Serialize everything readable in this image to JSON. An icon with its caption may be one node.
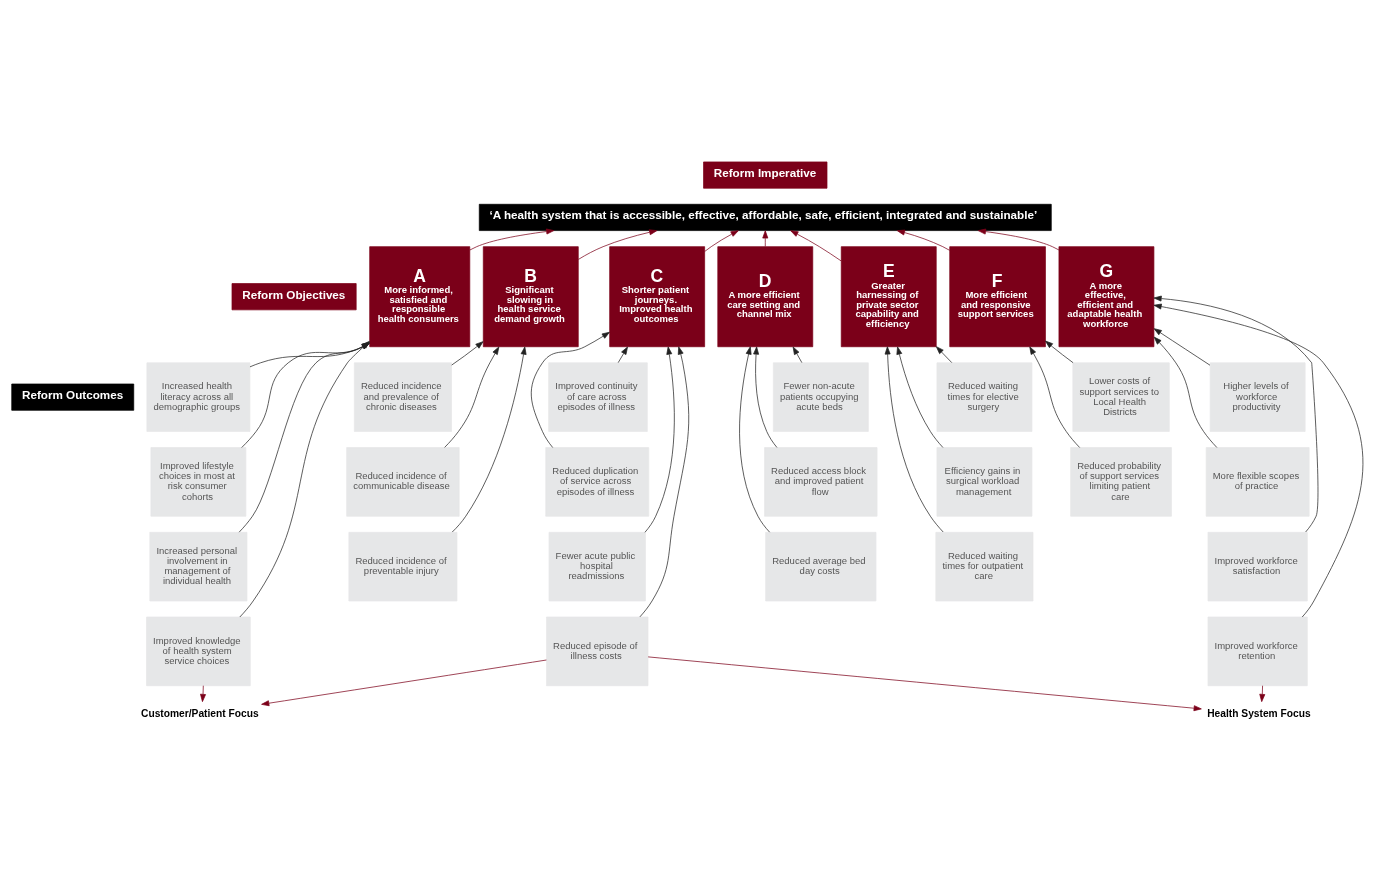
{
  "diagram": {
    "nodes": [
      {
        "text": [
          "Reform Imperative"
        ]
      },
      {
        "text": [
          "‘A health system that is accessible, effective, affordable, safe, efficient, integrated and sustainable’"
        ]
      },
      {
        "text": [
          "Reform Objectives"
        ]
      },
      {
        "text": [
          "Reform Outcomes"
        ]
      },
      {
        "text": [
          "A",
          "More informed, satisfied and responsible health consumers"
        ]
      },
      {
        "text": [
          "Increased health literacy across all demographic groups"
        ]
      },
      {
        "text": [
          "Improved lifestyle choices in most at risk consumer cohorts"
        ]
      },
      {
        "text": [
          "Increased personal involvement in management of individual health"
        ]
      },
      {
        "text": [
          "Improved knowledge of health system service choices"
        ]
      },
      {
        "text": [
          "B",
          "Significant slowing in health service demand growth"
        ]
      },
      {
        "text": [
          "Reduced incidence and prevalence of chronic diseases"
        ]
      },
      {
        "text": [
          "Reduced incidence of communicable disease"
        ]
      },
      {
        "text": [
          "Reduced incidence of preventable injury"
        ]
      },
      {
        "text": [
          "C",
          "Shorter patient journeys. Improved health outcomes"
        ]
      },
      {
        "text": [
          "Improved continuity of care across episodes of illness"
        ]
      },
      {
        "text": [
          "Reduced duplication of service across episodes of illness"
        ]
      },
      {
        "text": [
          "Fewer acute public hospital readmissions"
        ]
      },
      {
        "text": [
          "Reduced episode of illness costs"
        ]
      },
      {
        "text": [
          "D",
          "A more efficient care setting and channel mix"
        ]
      },
      {
        "text": [
          "Fewer non-acute patients occupying acute beds"
        ]
      },
      {
        "text": [
          "Reduced access block and improved patient flow"
        ]
      },
      {
        "text": [
          "Reduced average bed day costs"
        ]
      },
      {
        "text": [
          "E",
          "Greater harnessing of private sector capability and efficiency"
        ]
      },
      {
        "text": [
          "Reduced waiting times for elective surgery"
        ]
      },
      {
        "text": [
          "Efficiency gains in surgical workload management"
        ]
      },
      {
        "text": [
          "Reduced waiting times for outpatient care"
        ]
      },
      {
        "text": [
          "F",
          "More efficient and responsive support services"
        ]
      },
      {
        "text": [
          "Lower costs of support services to Local Health Districts"
        ]
      },
      {
        "text": [
          "Reduced probability of support services limiting patient care"
        ]
      },
      {
        "text": [
          "G",
          "A more effective, efficient and adaptable health workforce"
        ]
      },
      {
        "text": [
          "Higher levels of workforce productivity"
        ]
      },
      {
        "text": [
          "More flexible scopes of practice"
        ]
      },
      {
        "text": [
          "Improved workforce satisfaction"
        ]
      },
      {
        "text": [
          "Improved workforce retention"
        ]
      },
      {
        "text": [
          "Customer/Patient Focus"
        ]
      },
      {
        "text": [
          "Health System Focus"
        ]
      }
    ],
    "edges": [
      {
        "from": 4,
        "to": 1,
        "arrow": "to",
        "color": "#7b0019"
      },
      {
        "from": 9,
        "to": 1,
        "arrow": "to",
        "color": "#7b0019"
      },
      {
        "from": 13,
        "to": 1,
        "arrow": "to",
        "color": "#7b0019"
      },
      {
        "from": 18,
        "to": 1,
        "arrow": "to",
        "color": "#7b0019"
      },
      {
        "from": 22,
        "to": 1,
        "arrow": "to",
        "color": "#7b0019"
      },
      {
        "from": 26,
        "to": 1,
        "arrow": "to",
        "color": "#7b0019"
      },
      {
        "from": 29,
        "to": 1,
        "arrow": "to",
        "color": "#7b0019"
      },
      {
        "from": 5,
        "to": 4,
        "arrow": "to"
      },
      {
        "from": 6,
        "to": 4,
        "arrow": "to"
      },
      {
        "from": 7,
        "to": 4,
        "arrow": "to"
      },
      {
        "from": 8,
        "to": 4,
        "arrow": "to"
      },
      {
        "from": 10,
        "to": 9,
        "arrow": "to"
      },
      {
        "from": 11,
        "to": 9,
        "arrow": "to"
      },
      {
        "from": 12,
        "to": 9,
        "arrow": "to"
      },
      {
        "from": 14,
        "to": 13,
        "arrow": "to"
      },
      {
        "from": 15,
        "to": 13,
        "arrow": "to"
      },
      {
        "from": 16,
        "to": 13,
        "arrow": "to"
      },
      {
        "from": 17,
        "to": 13,
        "arrow": "to"
      },
      {
        "from": 19,
        "to": 18,
        "arrow": "to"
      },
      {
        "from": 20,
        "to": 18,
        "arrow": "to"
      },
      {
        "from": 21,
        "to": 18,
        "arrow": "to"
      },
      {
        "from": 23,
        "to": 22,
        "arrow": "to"
      },
      {
        "from": 24,
        "to": 22,
        "arrow": "to"
      },
      {
        "from": 25,
        "to": 22,
        "arrow": "to"
      },
      {
        "from": 27,
        "to": 26,
        "arrow": "to"
      },
      {
        "from": 28,
        "to": 26,
        "arrow": "to"
      },
      {
        "from": 30,
        "to": 29,
        "arrow": "to"
      },
      {
        "from": 31,
        "to": 29,
        "arrow": "to"
      },
      {
        "from": 32,
        "to": 29,
        "arrow": "to"
      },
      {
        "from": 33,
        "to": 29,
        "arrow": "to"
      },
      {
        "from": 8,
        "to": 34,
        "arrow": "to",
        "color": "#7b0019"
      },
      {
        "from": 17,
        "to": 34,
        "arrow": "to",
        "color": "#7b0019"
      },
      {
        "from": 17,
        "to": 35,
        "arrow": "to",
        "color": "#7b0019"
      },
      {
        "from": 33,
        "to": 35,
        "arrow": "to",
        "color": "#7b0019"
      }
    ]
  }
}
